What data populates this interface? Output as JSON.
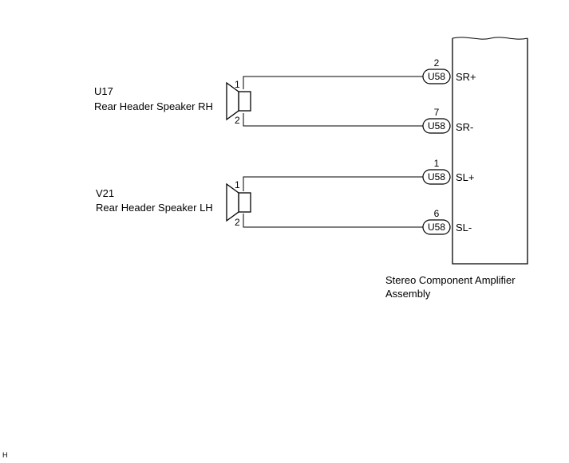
{
  "speakers": [
    {
      "code": "U17",
      "name": "Rear Header Speaker RH",
      "pin_top": "1",
      "pin_bottom": "2"
    },
    {
      "code": "V21",
      "name": "Rear Header Speaker LH",
      "pin_top": "1",
      "pin_bottom": "2"
    }
  ],
  "amplifier": {
    "name_line1": "Stereo Component Amplifier",
    "name_line2": "Assembly"
  },
  "terminals": [
    {
      "pin": "2",
      "connector": "U58",
      "signal": "SR+"
    },
    {
      "pin": "7",
      "connector": "U58",
      "signal": "SR-"
    },
    {
      "pin": "1",
      "connector": "U58",
      "signal": "SL+"
    },
    {
      "pin": "6",
      "connector": "U58",
      "signal": "SL-"
    }
  ],
  "footer_mark": "H"
}
